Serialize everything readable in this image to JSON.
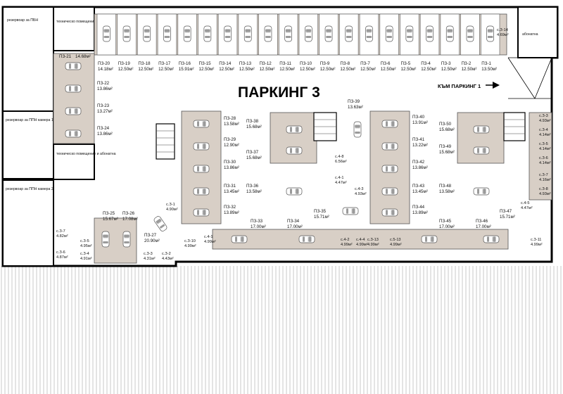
{
  "title": "ПАРКИНГ 3",
  "arrow_label": "КЪМ ПАРКИНГ 1",
  "rooms": {
    "fire_tank": "резервоар за ПБН",
    "tech_top": "техническо помещение",
    "pump_1": "резервоар за ППН камера 1",
    "tech_mid": "техническо помещение и абонатна",
    "pump_2": "резервоар за ППН камера 2",
    "substation": "абонатна"
  },
  "top_row": [
    {
      "id": "ПЗ-20",
      "area": "14.18м²"
    },
    {
      "id": "ПЗ-19",
      "area": "12.50м²"
    },
    {
      "id": "ПЗ-18",
      "area": "12.50м²"
    },
    {
      "id": "ПЗ-17",
      "area": "12.50м²"
    },
    {
      "id": "ПЗ-16",
      "area": "15.91м²"
    },
    {
      "id": "ПЗ-15",
      "area": "12.50м²"
    },
    {
      "id": "ПЗ-14",
      "area": "12.50м²"
    },
    {
      "id": "ПЗ-13",
      "area": "12.50м²"
    },
    {
      "id": "ПЗ-12",
      "area": "12.50м²"
    },
    {
      "id": "ПЗ-11",
      "area": "12.50м²"
    },
    {
      "id": "ПЗ-10",
      "area": "12.50м²"
    },
    {
      "id": "ПЗ-9",
      "area": "12.50м²"
    },
    {
      "id": "ПЗ-8",
      "area": "12.50м²"
    },
    {
      "id": "ПЗ-7",
      "area": "12.50м²"
    },
    {
      "id": "ПЗ-6",
      "area": "12.50м²"
    },
    {
      "id": "ПЗ-5",
      "area": "12.50м²"
    },
    {
      "id": "ПЗ-4",
      "area": "12.50м²"
    },
    {
      "id": "ПЗ-3",
      "area": "12.50м²"
    },
    {
      "id": "ПЗ-2",
      "area": "12.50м²"
    },
    {
      "id": "ПЗ-1",
      "area": "13.50м²"
    }
  ],
  "spaces": {
    "p21": {
      "id": "ПЗ-21",
      "area": "14.68м²"
    },
    "p22": {
      "id": "ПЗ-22",
      "area": "13.86м²"
    },
    "p23": {
      "id": "ПЗ-23",
      "area": "13.27м²"
    },
    "p24": {
      "id": "ПЗ-24",
      "area": "13.86м²"
    },
    "p25": {
      "id": "ПЗ-25",
      "area": "15.67м²"
    },
    "p26": {
      "id": "ПЗ-26",
      "area": "17.08м²"
    },
    "p27": {
      "id": "ПЗ-27",
      "area": "20.90м²"
    },
    "p28": {
      "id": "ПЗ-28",
      "area": "13.58м²"
    },
    "p29": {
      "id": "ПЗ-29",
      "area": "12.90м²"
    },
    "p30": {
      "id": "ПЗ-30",
      "area": "13.86м²"
    },
    "p31": {
      "id": "ПЗ-31",
      "area": "13.45м²"
    },
    "p32": {
      "id": "ПЗ-32",
      "area": "13.89м²"
    },
    "p33": {
      "id": "ПЗ-33",
      "area": "17.00м²"
    },
    "p34": {
      "id": "ПЗ-34",
      "area": "17.00м²"
    },
    "p35": {
      "id": "ПЗ-35",
      "area": "15.71м²"
    },
    "p36": {
      "id": "ПЗ-36",
      "area": "13.58м²"
    },
    "p37": {
      "id": "ПЗ-37",
      "area": "15.68м²"
    },
    "p38": {
      "id": "ПЗ-38",
      "area": "15.68м²"
    },
    "p39": {
      "id": "ПЗ-39",
      "area": "13.63м²"
    },
    "p40": {
      "id": "ПЗ-40",
      "area": "13.91м²"
    },
    "p41": {
      "id": "ПЗ-41",
      "area": "13.22м²"
    },
    "p42": {
      "id": "ПЗ-42",
      "area": "13.86м²"
    },
    "p43": {
      "id": "ПЗ-43",
      "area": "13.45м²"
    },
    "p44": {
      "id": "ПЗ-44",
      "area": "13.89м²"
    },
    "p45": {
      "id": "ПЗ-45",
      "area": "17.00м²"
    },
    "p46": {
      "id": "ПЗ-46",
      "area": "17.00м²"
    },
    "p47": {
      "id": "ПЗ-47",
      "area": "15.71м²"
    },
    "p48": {
      "id": "ПЗ-48",
      "area": "13.58м²"
    },
    "p49": {
      "id": "ПЗ-49",
      "area": "15.68м²"
    },
    "p50": {
      "id": "ПЗ-50",
      "area": "15.68м²"
    }
  },
  "storage": {
    "s1": {
      "id": "с.З-1",
      "area": "4.90м²"
    },
    "s2": {
      "id": "с.З-2",
      "area": "4.43м²"
    },
    "s3": {
      "id": "с.З-3",
      "area": "4.31м²"
    },
    "s4": {
      "id": "с.З-4",
      "area": "4.91м²"
    },
    "s5": {
      "id": "с.З-5",
      "area": "4.95м²"
    },
    "s6": {
      "id": "с.З-6",
      "area": "4.87м²"
    },
    "s7": {
      "id": "с.З-7",
      "area": "4.82м²"
    },
    "s10": {
      "id": "с.З-10",
      "area": "4.99м²"
    },
    "s11": {
      "id": "с.З-11",
      "area": "4.99м²"
    },
    "s13": {
      "id": "с.З-13",
      "area": "4.99м²"
    },
    "s14": {
      "id": "с.З-14",
      "area": "4.69м²"
    },
    "sr1": {
      "id": "с.З-3",
      "area": "4.93м²"
    },
    "sr2": {
      "id": "с.З-4",
      "area": "4.14м²"
    },
    "sr3": {
      "id": "с.З-5",
      "area": "4.14м²"
    },
    "sr4": {
      "id": "с.З-6",
      "area": "4.14м²"
    },
    "sr5": {
      "id": "с.З-7",
      "area": "4.16м²"
    },
    "sr6": {
      "id": "с.З-8",
      "area": "4.93м²"
    },
    "sc1": {
      "id": "с.4-1",
      "area": "4.47м²"
    },
    "sc2": {
      "id": "с.4-3",
      "area": "4.93м²"
    },
    "sc3": {
      "id": "с.4-5",
      "area": "4.47м²"
    },
    "sc4": {
      "id": "с.4-1",
      "area": "4.99м²"
    },
    "sc5": {
      "id": "с.4-2",
      "area": "4.99м²"
    },
    "sc6": {
      "id": "с.4-4",
      "area": "4.99м²"
    },
    "sc7": {
      "id": "с.5-13",
      "area": "4.99м²"
    },
    "sc8": {
      "id": "с.4-8",
      "area": "6.56м²"
    }
  }
}
